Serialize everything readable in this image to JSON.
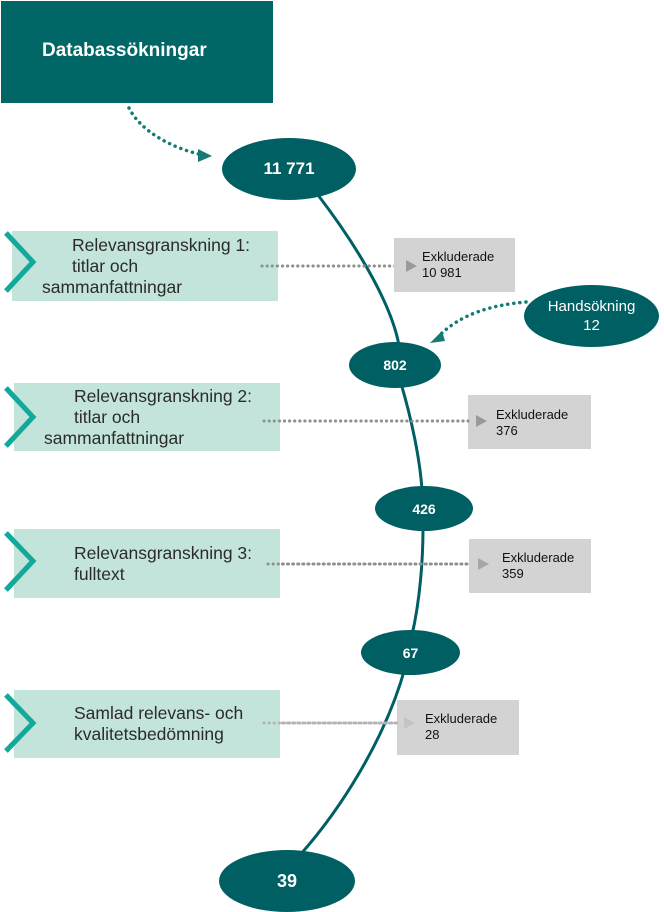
{
  "diagram": {
    "type": "flow",
    "colors": {
      "node": "#005f63",
      "source_box": "#006666",
      "stage_box": "#c2e4da",
      "stage_chevron": "#13a99a",
      "excluded_box": "#d3d3d3",
      "dotted_teal": "#137a75",
      "dotted_grey": "#999999"
    },
    "source": {
      "label": "Databassökningar"
    },
    "hand_search": {
      "label": "Handsökning",
      "value": "12"
    },
    "nodes": [
      {
        "value": "11 771"
      },
      {
        "value": "802"
      },
      {
        "value": "426"
      },
      {
        "value": "67"
      },
      {
        "value": "39"
      }
    ],
    "stages": [
      {
        "line1": "Relevansgranskning 1:",
        "line2": "titlar och sammanfattningar",
        "excluded_label": "Exkluderade",
        "excluded_value": "10 981"
      },
      {
        "line1": "Relevansgranskning 2:",
        "line2": "titlar och sammanfattningar",
        "excluded_label": "Exkluderade",
        "excluded_value": "376"
      },
      {
        "line1": "Relevansgranskning 3:",
        "line2": "fulltext",
        "excluded_label": "Exkluderade",
        "excluded_value": "359"
      },
      {
        "line1": "Samlad relevans- och",
        "line2": "kvalitetsbedömning",
        "excluded_label": "Exkluderade",
        "excluded_value": "28"
      }
    ]
  }
}
